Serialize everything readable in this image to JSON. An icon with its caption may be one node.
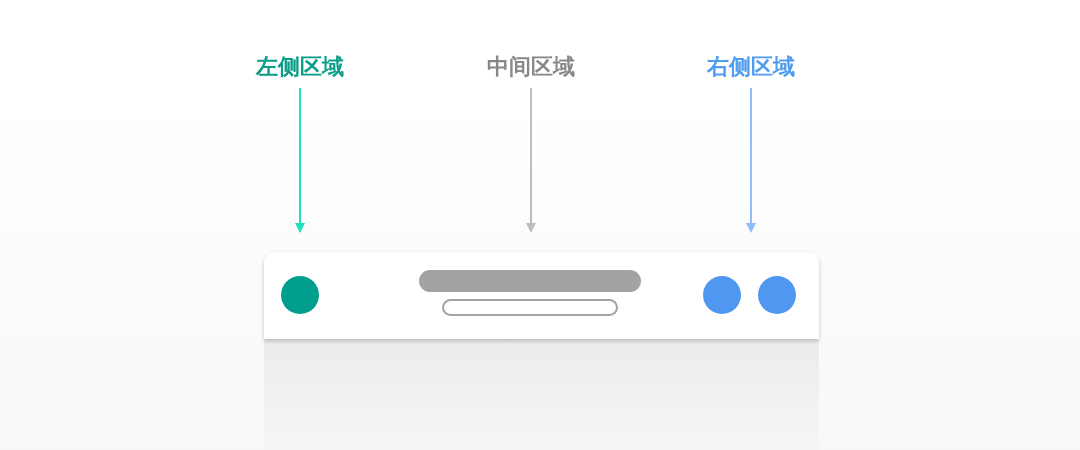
{
  "diagram": {
    "nodes": [
      {
        "text": [
          "左侧区域"
        ]
      },
      {
        "text": [
          "中间区域"
        ]
      },
      {
        "text": [
          "右侧区域"
        ]
      }
    ],
    "edges": [
      {
        "from": 0,
        "to": null,
        "arrow": "to",
        "color": "#1de0c0"
      },
      {
        "from": 1,
        "to": null,
        "arrow": "to",
        "color": "#bdbdbd"
      },
      {
        "from": 2,
        "to": null,
        "arrow": "to",
        "color": "#90bff7"
      }
    ]
  }
}
